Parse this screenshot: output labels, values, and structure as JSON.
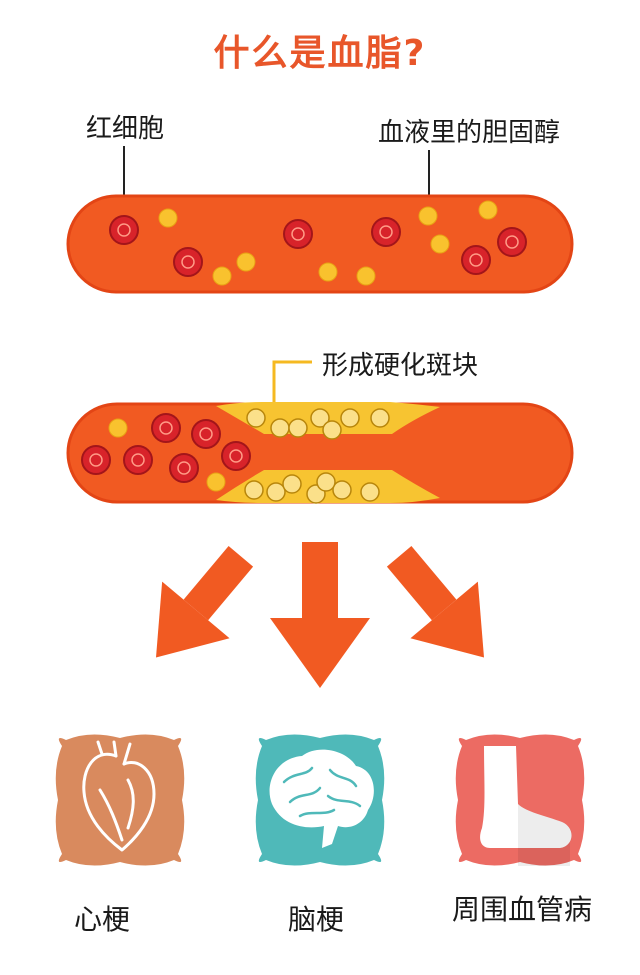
{
  "title": "什么是血脂?",
  "labels": {
    "red_blood_cell": "红细胞",
    "blood_cholesterol": "血液里的胆固醇",
    "plaque": "形成硬化斑块"
  },
  "outcomes": [
    {
      "label": "心梗",
      "icon": "heart-icon",
      "color": "#d98a5e"
    },
    {
      "label": "脑梗",
      "icon": "brain-icon",
      "color": "#4fb9b9"
    },
    {
      "label": "周围血管病",
      "icon": "foot-icon",
      "color": "#ec6b63"
    }
  ],
  "colors": {
    "title": "#e8562a",
    "vessel": "#f15a22",
    "vessel_outline": "#e34515",
    "red_cell": "#d8232a",
    "cholesterol": "#f9c22e",
    "plaque": "#f7c431",
    "arrow": "#f15a22"
  }
}
